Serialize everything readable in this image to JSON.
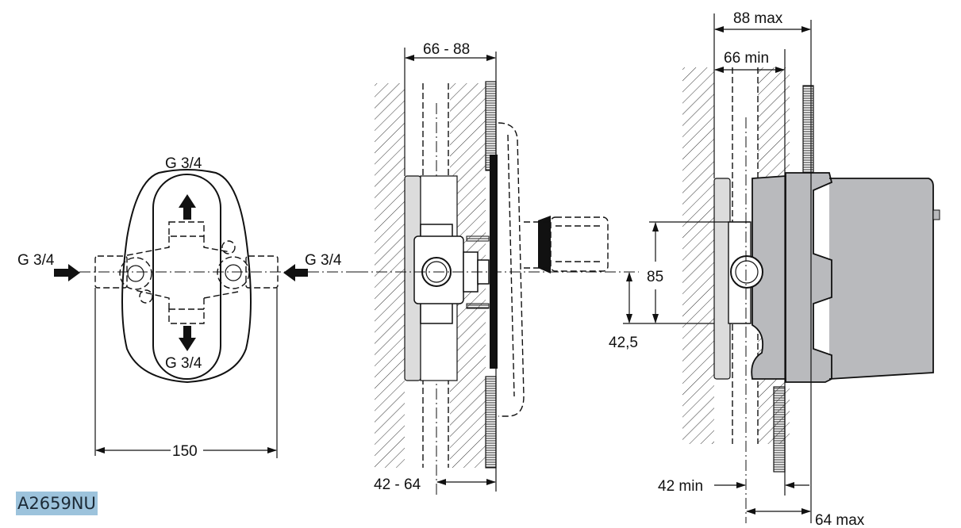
{
  "labels": {
    "g_top": "G 3/4",
    "g_bottom": "G 3/4",
    "g_left": "G 3/4",
    "g_right": "G 3/4",
    "dim_150": "150",
    "dim_66_88": "66 - 88",
    "dim_42_64": "42 - 64",
    "dim_42_5": "42,5",
    "dim_85": "85",
    "dim_88_max": "88 max",
    "dim_66_min": "66 min",
    "dim_42_min": "42 min",
    "dim_64_max": "64 max"
  },
  "product_code": "A2659NU",
  "colors": {
    "code_bg": "#9dc3dc",
    "box_gray": "#b9babd",
    "plate_gray": "#dcdcdc"
  }
}
